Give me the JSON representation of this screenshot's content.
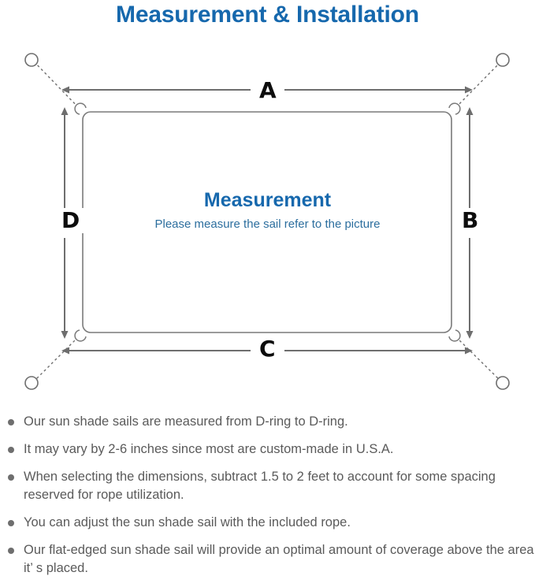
{
  "title": "Measurement & Installation",
  "diagram": {
    "center_heading": "Measurement",
    "center_subtitle": "Please measure the sail refer to the picture",
    "dimensions": {
      "top": "A",
      "right": "B",
      "bottom": "C",
      "left": "D"
    },
    "colors": {
      "heading_blue": "#1668ad",
      "subtitle_blue": "#2c6e9e",
      "line_gray": "#6e6e6e",
      "sail_stroke": "#7a7a7a",
      "label_black": "#0d0d0d",
      "bullet_gray": "#6e6e6e",
      "note_text": "#5a5a5a"
    },
    "anchor_count": 4,
    "d_ring_count": 4
  },
  "notes": [
    "Our sun shade sails are measured from D-ring to D-ring.",
    "It may vary by 2-6 inches since most are custom-made in U.S.A.",
    "When selecting the dimensions, subtract 1.5 to 2 feet to account for some spacing reserved for rope utilization.",
    "You can adjust the sun shade sail with the included rope.",
    "Our flat-edged sun shade sail will provide an optimal amount of coverage above the area it’ s placed."
  ]
}
